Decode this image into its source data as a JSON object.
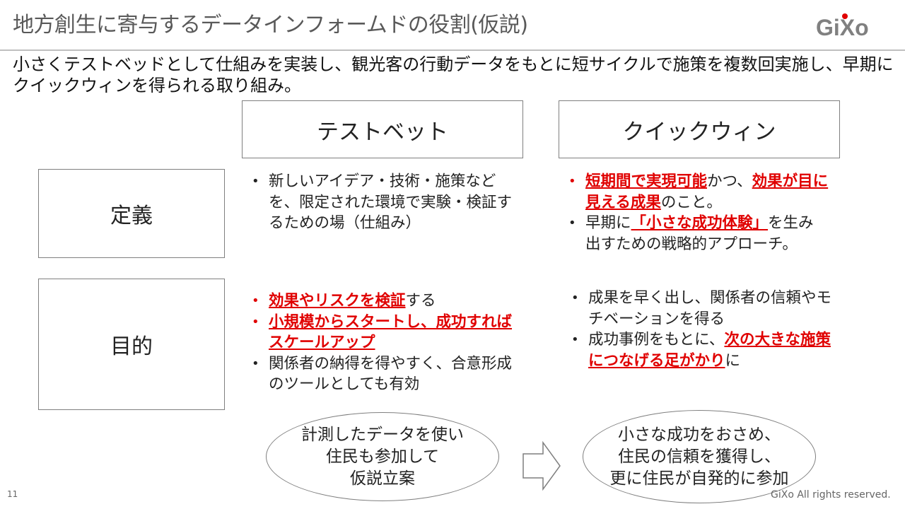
{
  "header": {
    "title": "地方創生に寄与するデータインフォームドの役割(仮説)",
    "logo_text": "GiXo"
  },
  "intro": "小さくテストベッドとして仕組みを実装し、観光客の行動データをもとに短サイクルで施策を複数回実施し、早期にクイックウィンを得られる取り組み。",
  "columns": {
    "testbed": "テストベット",
    "quickwin": "クイックウィン"
  },
  "rows": {
    "definition": "定義",
    "purpose": "目的"
  },
  "cells": {
    "def_testbed": {
      "b1": "新しいアイデア・技術・施策などを、限定された環境で実験・検証するための場（仕組み）"
    },
    "def_quickwin": {
      "b1_red1": "短期間で実現可能",
      "b1_plain1": "かつ、",
      "b1_red2": "効果が目に見える成果",
      "b1_plain2": "のこと。",
      "b2_plain1": "早期に",
      "b2_red": "「小さな成功体験」",
      "b2_plain2": "を生み出すための戦略的アプローチ。"
    },
    "purpose_testbed": {
      "b1_red": "効果やリスクを検証",
      "b1_plain": "する",
      "b2_red": "小規模からスタートし、成功すればスケールアップ",
      "b3": "関係者の納得を得やすく、合意形成のツールとしても有効"
    },
    "purpose_quickwin": {
      "b1": "成果を早く出し、関係者の信頼やモチベーションを得る",
      "b2_plain1": "成功事例をもとに、",
      "b2_red": "次の大きな施策につなげる足がかり",
      "b2_plain2": "に"
    }
  },
  "ellipses": {
    "left": "計測したデータを使い\n住民も参加して\n仮説立案",
    "right": "小さな成功をおさめ、\n住民の信頼を獲得し、\n更に住民が自発的に参加"
  },
  "footer": {
    "page_number": "11",
    "copyright": "GiXo All rights reserved."
  },
  "colors": {
    "accent_red": "#e00000",
    "title_gray": "#595959"
  }
}
